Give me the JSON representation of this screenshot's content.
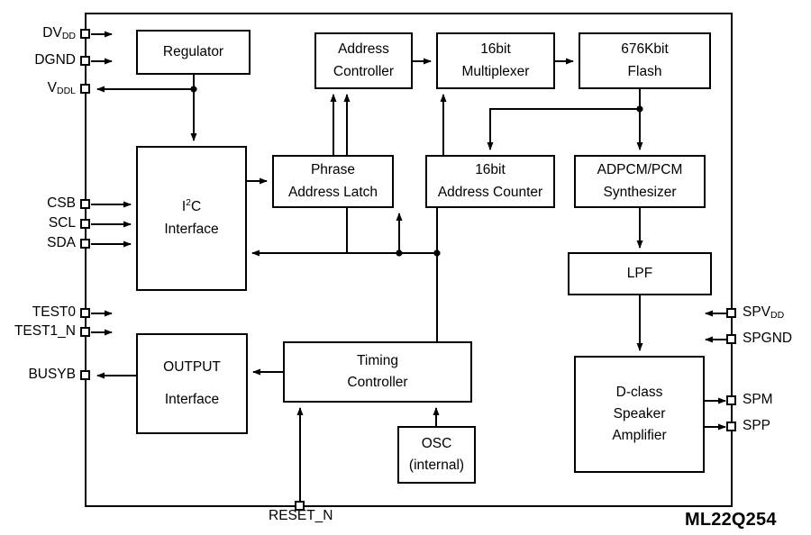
{
  "diagram": {
    "part_number": "ML22Q254",
    "line_color": "#000000",
    "background": "#ffffff",
    "blocks": [
      {
        "id": "regulator",
        "lines": [
          "Regulator"
        ]
      },
      {
        "id": "i2c-interface",
        "lines": [
          "I2C",
          "Interface"
        ]
      },
      {
        "id": "address-controller",
        "lines": [
          "Address",
          "Controller"
        ]
      },
      {
        "id": "multiplexer",
        "lines": [
          "16bit",
          "Multiplexer"
        ]
      },
      {
        "id": "flash",
        "lines": [
          "676Kbit",
          "Flash"
        ]
      },
      {
        "id": "phrase-address-latch",
        "lines": [
          "Phrase",
          "Address Latch"
        ]
      },
      {
        "id": "address-counter",
        "lines": [
          "16bit",
          "Address Counter"
        ]
      },
      {
        "id": "adpcm-pcm-synthesizer",
        "lines": [
          "ADPCM/PCM",
          "Synthesizer"
        ]
      },
      {
        "id": "lpf",
        "lines": [
          "LPF"
        ]
      },
      {
        "id": "d-class-amplifier",
        "lines": [
          "D-class",
          "Speaker",
          "Amplifier"
        ]
      },
      {
        "id": "output-interface",
        "lines": [
          "OUTPUT",
          "Interface"
        ]
      },
      {
        "id": "timing-controller",
        "lines": [
          "Timing",
          "Controller"
        ]
      },
      {
        "id": "osc",
        "lines": [
          "OSC",
          "(internal)"
        ]
      }
    ],
    "pins_left": [
      {
        "id": "dvdd",
        "base": "DV",
        "sub": "DD",
        "direction": "out"
      },
      {
        "id": "dgnd",
        "base": "DGND",
        "sub": "",
        "direction": "out"
      },
      {
        "id": "vddl",
        "base": "V",
        "sub": "DDL",
        "direction": "in"
      },
      {
        "id": "csb",
        "base": "CSB",
        "sub": "",
        "direction": "out"
      },
      {
        "id": "scl",
        "base": "SCL",
        "sub": "",
        "direction": "out"
      },
      {
        "id": "sda",
        "base": "SDA",
        "sub": "",
        "direction": "out"
      },
      {
        "id": "test0",
        "base": "TEST0",
        "sub": "",
        "direction": "out"
      },
      {
        "id": "test1_n",
        "base": "TEST1_N",
        "sub": "",
        "direction": "out"
      },
      {
        "id": "busyb",
        "base": "BUSYB",
        "sub": "",
        "direction": "in"
      }
    ],
    "pins_right": [
      {
        "id": "spvdd",
        "base": "SPV",
        "sub": "DD",
        "direction": "in"
      },
      {
        "id": "spgnd",
        "base": "SPGND",
        "sub": "",
        "direction": "in"
      },
      {
        "id": "spm",
        "base": "SPM",
        "sub": "",
        "direction": "out"
      },
      {
        "id": "spp",
        "base": "SPP",
        "sub": "",
        "direction": "out"
      }
    ],
    "pins_bottom": [
      {
        "id": "reset_n",
        "base": "RESET_N",
        "sub": "",
        "direction": "in"
      }
    ]
  }
}
